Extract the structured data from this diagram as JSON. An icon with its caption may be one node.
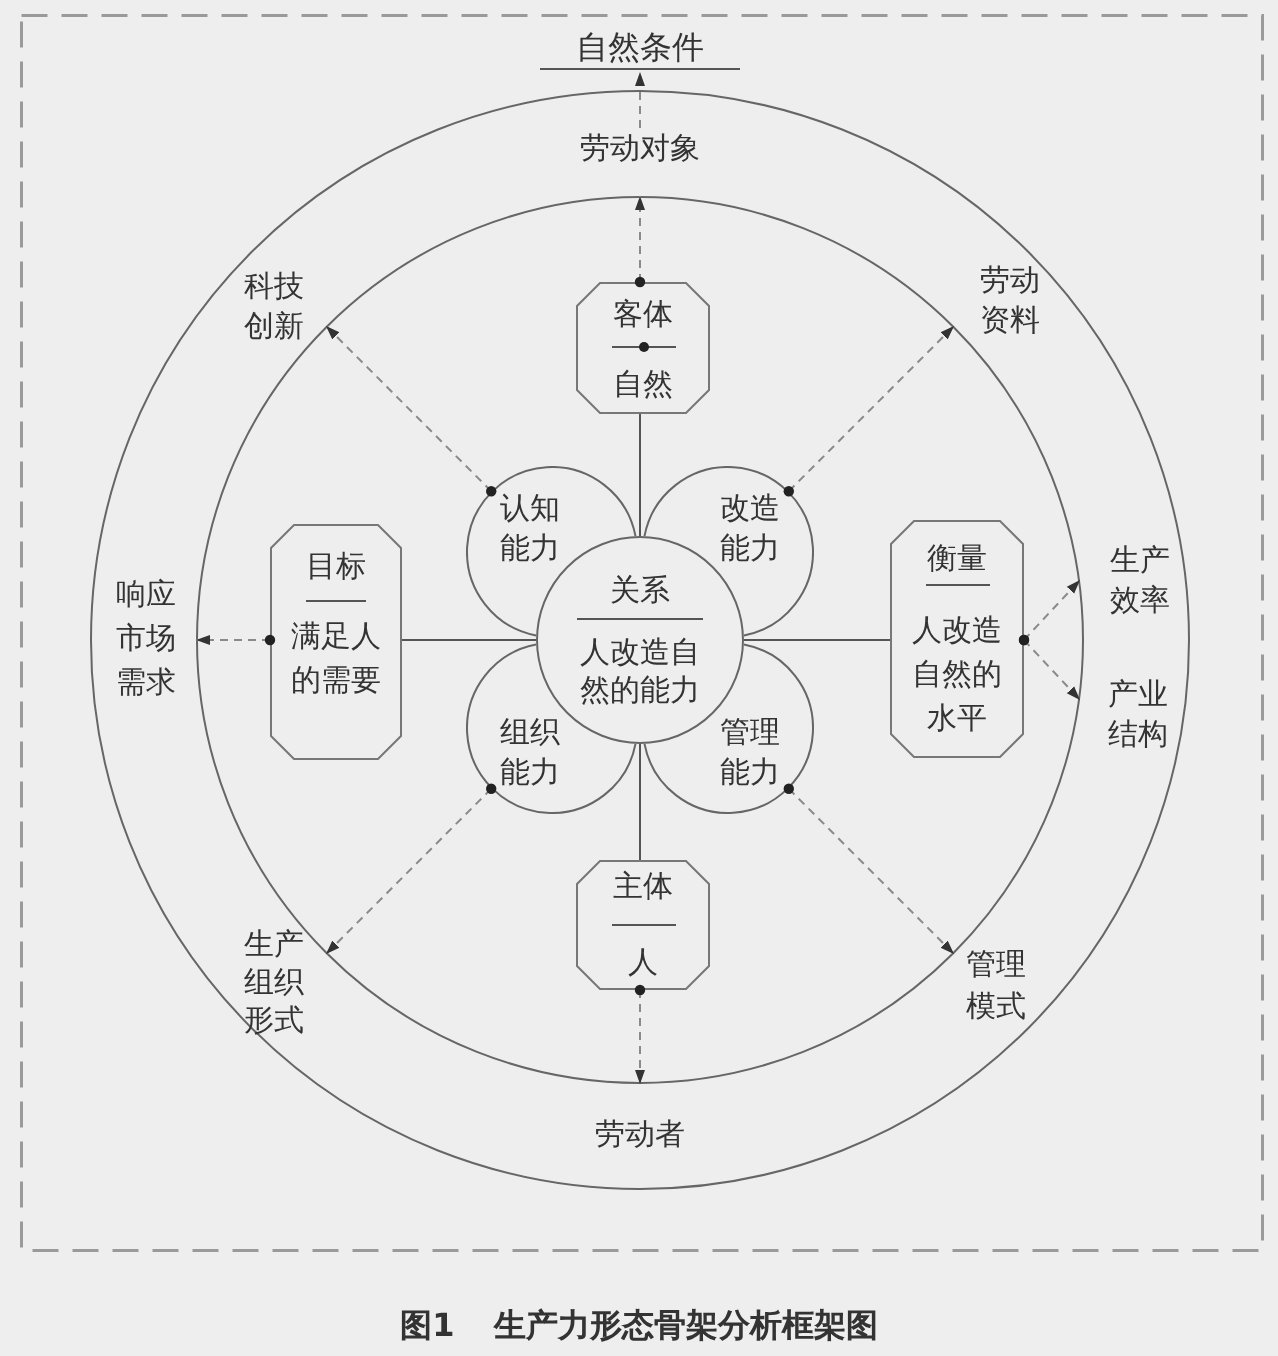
{
  "diagram": {
    "caption": "图1 生产力形态骨架分析框架图",
    "nodes": [
      {
        "text": [
          "自然条件"
        ]
      },
      {
        "text": [
          "劳动对象"
        ]
      },
      {
        "text": [
          "科技创新"
        ]
      },
      {
        "text": [
          "劳动资料"
        ]
      },
      {
        "text": [
          "响应市场需求"
        ]
      },
      {
        "text": [
          "生产效率"
        ]
      },
      {
        "text": [
          "产业结构"
        ]
      },
      {
        "text": [
          "生产组织形式"
        ]
      },
      {
        "text": [
          "管理模式"
        ]
      },
      {
        "text": [
          "劳动者"
        ]
      },
      {
        "text": [
          "客体",
          "自然"
        ]
      },
      {
        "text": [
          "认知能力"
        ]
      },
      {
        "text": [
          "改造能力"
        ]
      },
      {
        "text": [
          "目标",
          "满足人的需要"
        ]
      },
      {
        "text": [
          "关系",
          "人改造自然的能力"
        ]
      },
      {
        "text": [
          "衡量",
          "人改造自然的水平"
        ]
      },
      {
        "text": [
          "组织能力"
        ]
      },
      {
        "text": [
          "管理能力"
        ]
      },
      {
        "text": [
          "主体",
          "人"
        ]
      }
    ],
    "edges": [
      {
        "from": 10,
        "to": 1,
        "arrow": "to",
        "style": "dashed"
      },
      {
        "from": 1,
        "to": 0,
        "arrow": "to",
        "style": "dashed"
      },
      {
        "from": 11,
        "to": 2,
        "arrow": "to",
        "style": "dashed"
      },
      {
        "from": 12,
        "to": 3,
        "arrow": "to",
        "style": "dashed"
      },
      {
        "from": 13,
        "to": 4,
        "arrow": "to",
        "style": "dashed"
      },
      {
        "from": 15,
        "to": 5,
        "arrow": "to",
        "style": "dashed"
      },
      {
        "from": 15,
        "to": 6,
        "arrow": "to",
        "style": "dashed"
      },
      {
        "from": 16,
        "to": 7,
        "arrow": "to",
        "style": "dashed"
      },
      {
        "from": 17,
        "to": 8,
        "arrow": "to",
        "style": "dashed"
      },
      {
        "from": 18,
        "to": 9,
        "arrow": "to",
        "style": "dashed"
      },
      {
        "from": 10,
        "to": 14,
        "arrow": "none"
      },
      {
        "from": 13,
        "to": 14,
        "arrow": "none"
      },
      {
        "from": 14,
        "to": 15,
        "arrow": "none"
      },
      {
        "from": 14,
        "to": 18,
        "arrow": "none"
      }
    ]
  }
}
